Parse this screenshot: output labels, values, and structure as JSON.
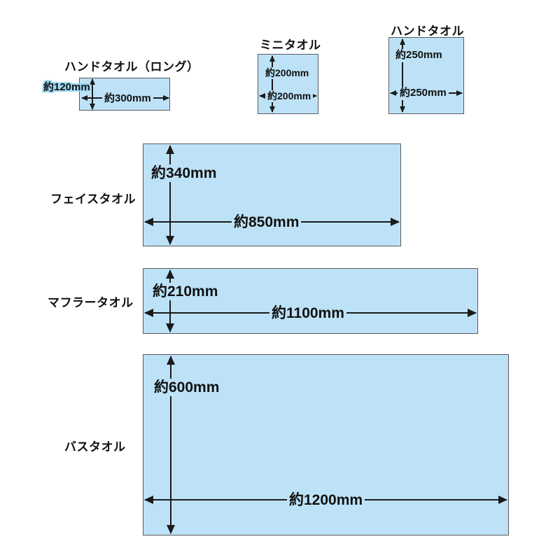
{
  "diagram": {
    "description_type": "towel-size-diagram"
  },
  "colors": {
    "background": "#ffffff",
    "towel_fill": "#bde2f7",
    "towel_border": "#595b5e",
    "arrow": "#1a1a1a",
    "text": "#111111",
    "highlight_halo": "#9fd7f4"
  },
  "towels": [
    {
      "id": "hand-towel-long",
      "label": "ハンドタオル（ロング）",
      "height_label": "約120mm",
      "width_label": "約300mm",
      "height_mm": 120,
      "width_mm": 300
    },
    {
      "id": "mini-towel",
      "label": "ミニタオル",
      "height_label": "約200mm",
      "width_label": "約200mm",
      "height_mm": 200,
      "width_mm": 200
    },
    {
      "id": "hand-towel",
      "label": "ハンドタオル",
      "height_label": "約250mm",
      "width_label": "約250mm",
      "height_mm": 250,
      "width_mm": 250
    },
    {
      "id": "face-towel",
      "label": "フェイスタオル",
      "height_label": "約340mm",
      "width_label": "約850mm",
      "height_mm": 340,
      "width_mm": 850
    },
    {
      "id": "muffler-towel",
      "label": "マフラータオル",
      "height_label": "約210mm",
      "width_label": "約1100mm",
      "height_mm": 210,
      "width_mm": 1100
    },
    {
      "id": "bath-towel",
      "label": "バスタオル",
      "height_label": "約600mm",
      "width_label": "約1200mm",
      "height_mm": 600,
      "width_mm": 1200
    }
  ]
}
